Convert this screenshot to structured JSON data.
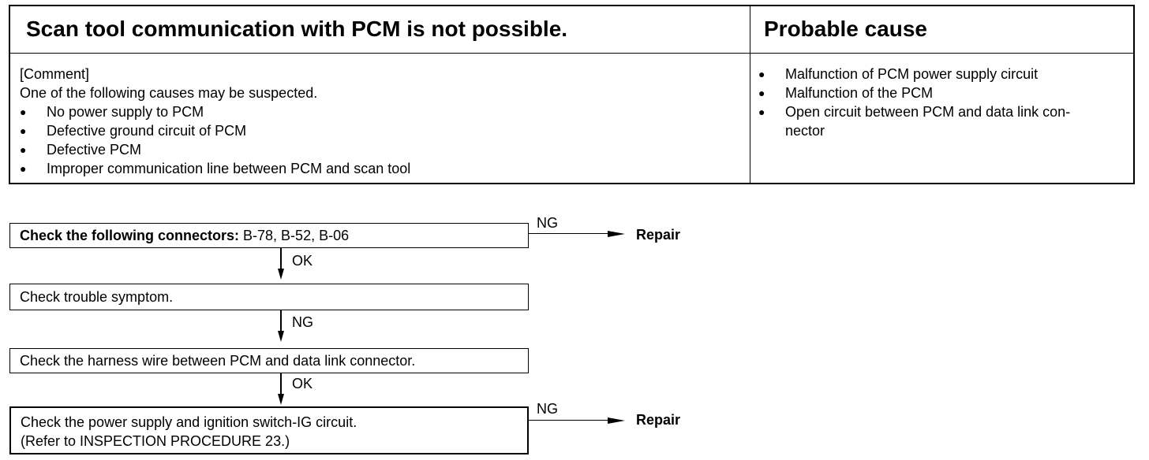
{
  "table": {
    "left_title": "Scan tool communication with PCM is  not possible.",
    "right_title": "Probable cause",
    "comment_heading": "[Comment]",
    "comment_intro": "One of the following causes may be suspected.",
    "comment_items": [
      "No power supply to PCM",
      "Defective ground circuit of PCM",
      "Defective PCM",
      "Improper communication line between PCM and scan tool"
    ],
    "causes": [
      "Malfunction of PCM power supply circuit",
      "Malfunction of the PCM",
      "Open circuit between PCM and data link con-\nnector"
    ]
  },
  "flow": {
    "step1_bold": "Check the following connectors:",
    "step1_rest": " B-78, B-52, B-06",
    "step1_ng": "NG",
    "step1_result": "Repair",
    "step1_ok": "OK",
    "step2": "Check trouble symptom.",
    "step2_ng": "NG",
    "step3": "Check the harness wire between PCM and data link connector.",
    "step3_ok": "OK",
    "step4_line1": "Check the power supply and ignition switch-IG circuit.",
    "step4_line2": "(Refer to INSPECTION PROCEDURE 23.)",
    "step4_ng": "NG",
    "step4_result": "Repair"
  }
}
